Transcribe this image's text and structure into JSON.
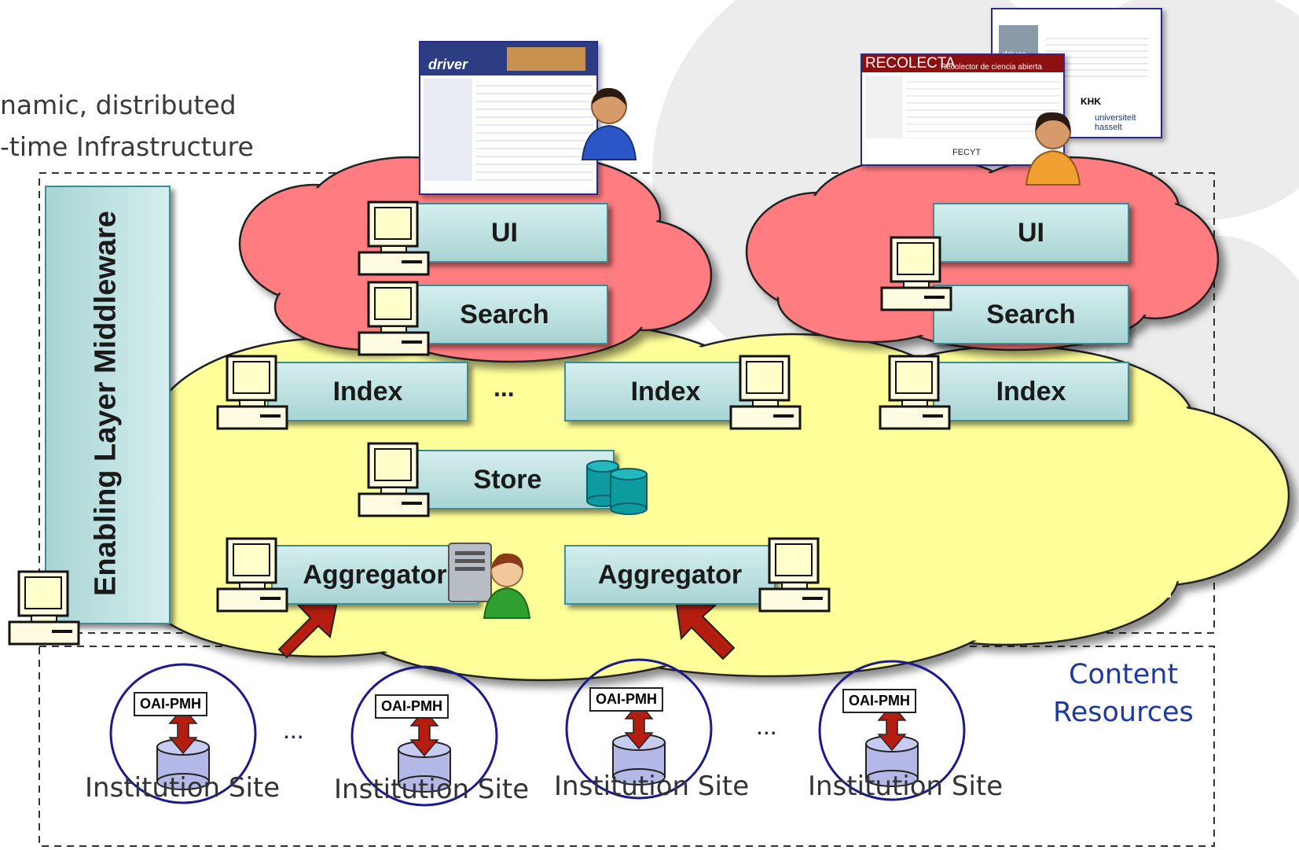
{
  "caption": {
    "line1": "namic, distributed",
    "line2": "-time Infrastructure"
  },
  "middleware": {
    "label": "Enabling Layer Middleware"
  },
  "services": {
    "ui_1": "UI",
    "search_1": "Search",
    "ui_2": "UI",
    "search_2": "Search",
    "index_1": "Index",
    "index_2": "Index",
    "index_3": "Index",
    "ellipsis_index": "...",
    "store": "Store",
    "aggregator_1": "Aggregator",
    "aggregator_2": "Aggregator"
  },
  "content_resources": {
    "line1": "Content",
    "line2": "Resources"
  },
  "institutions": [
    {
      "protocol": "OAI-PMH",
      "label": "Institution Site"
    },
    {
      "protocol": "OAI-PMH",
      "label": "Institution Site"
    },
    {
      "protocol": "OAI-PMH",
      "label": "Institution Site"
    },
    {
      "protocol": "OAI-PMH",
      "label": "Institution Site"
    }
  ],
  "ellipsis_sites": [
    "...",
    "..."
  ],
  "screenshots": {
    "driver_logo": "driver",
    "recolecta_title": "RECOLECTA",
    "recolecta_subtitle": "Recolector de ciencia abierta",
    "recolecta_fecyt": "FECYT",
    "driver2_logo": "driver",
    "hasselt": "universiteit hasselt",
    "khk": "KHK"
  },
  "colors": {
    "cloud_yellow": "#ffff99",
    "cloud_red": "#ff7c80",
    "box_fill": "#bfe3e3",
    "box_border": "#3c8c96",
    "arrow_red": "#b41e10",
    "site_circle": "#1a1a8c",
    "db_fill": "#b4b8e6",
    "content_text": "#1f3a9e"
  }
}
